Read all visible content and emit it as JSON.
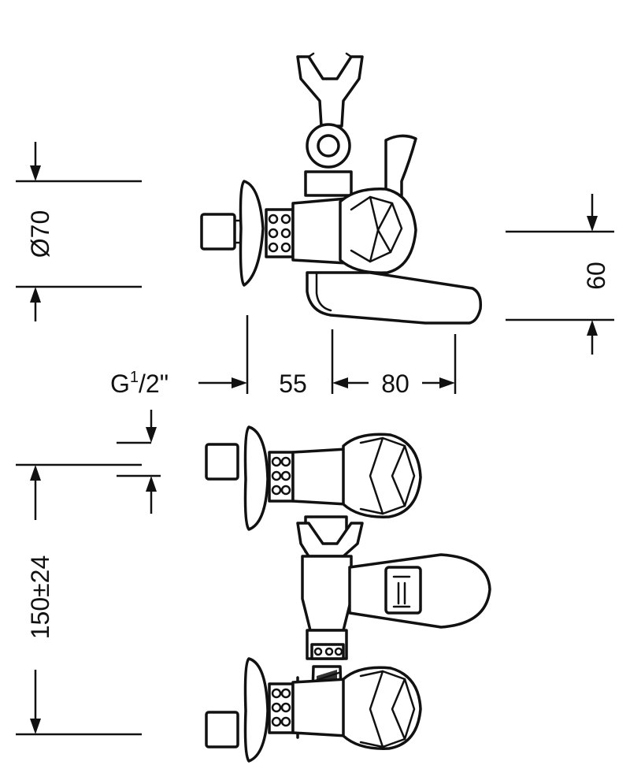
{
  "dimensions": {
    "diameter_label": "Ø70",
    "height_label": "60",
    "spacing_left_label": "55",
    "spacing_right_label": "80",
    "thread_label_main": "G",
    "thread_label_sup": "1",
    "thread_label_sub": "/2\"",
    "center_distance_label": "150±24"
  }
}
